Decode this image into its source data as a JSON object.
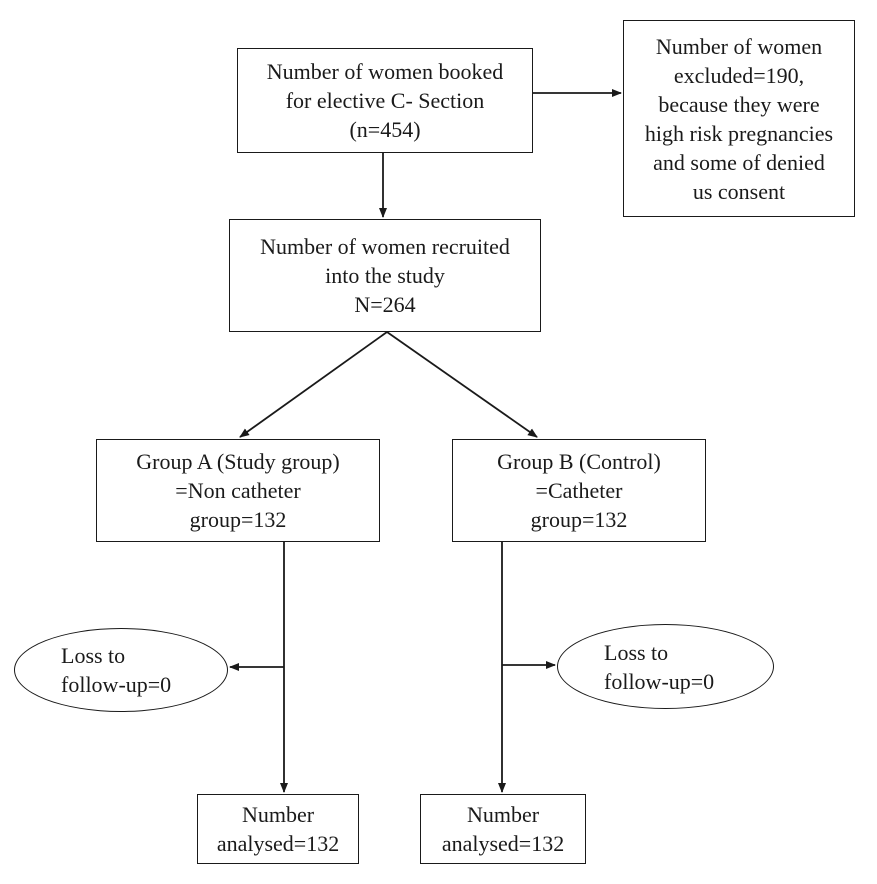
{
  "flowchart": {
    "booked": {
      "lines": [
        "Number of women booked",
        "for elective C- Section",
        "(n=454)"
      ]
    },
    "excluded": {
      "lines": [
        "Number of women",
        "excluded=190,",
        "because they were",
        "high risk pregnancies",
        "and some of denied",
        "us consent"
      ]
    },
    "recruited": {
      "lines": [
        "Number of women recruited",
        "into the study",
        "N=264"
      ]
    },
    "group_a": {
      "lines": [
        "Group A (Study group)",
        "=Non catheter",
        "group=132"
      ]
    },
    "group_b": {
      "lines": [
        "Group B (Control)",
        "=Catheter",
        "group=132"
      ]
    },
    "loss_a": {
      "lines": [
        "Loss to",
        "follow-up=0"
      ]
    },
    "loss_b": {
      "lines": [
        "Loss to",
        "follow-up=0"
      ]
    },
    "analysed_a": {
      "lines": [
        "Number",
        "analysed=132"
      ]
    },
    "analysed_b": {
      "lines": [
        "Number",
        "analysed=132"
      ]
    }
  }
}
